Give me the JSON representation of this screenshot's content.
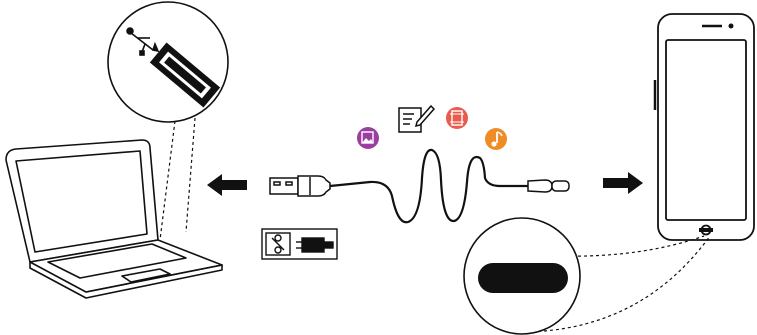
{
  "diagram": {
    "type": "usb-transfer-illustration",
    "left_device": "laptop",
    "right_device": "smartphone",
    "cable": "usb-a-to-usb-c",
    "icons": [
      "usb-icon",
      "usb-port-icon",
      "gallery-icon",
      "notes-icon",
      "video-icon",
      "music-icon",
      "power-outlet-icon",
      "usb-c-port-icon"
    ],
    "colors": {
      "gallery": "#9a3fa0",
      "video": "#ea5a4e",
      "music": "#f08c25",
      "stroke": "#111111"
    }
  }
}
